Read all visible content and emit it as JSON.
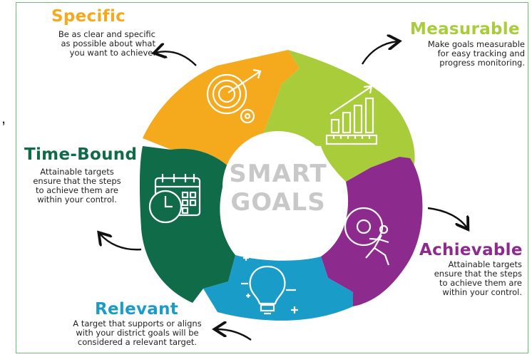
{
  "center": {
    "line1": "SMART",
    "line2": "GOALS"
  },
  "stray_mark": ",",
  "colors": {
    "specific": "#f5a91d",
    "measurable": "#a8cc3a",
    "achievable": "#8d2a8e",
    "relevant": "#1a9cc8",
    "time_bound": "#0f6b48",
    "center_text": "#c8c8c8"
  },
  "goals": [
    {
      "key": "specific",
      "title": "Specific",
      "icon": "target-bulb-gear-icon",
      "text": "Be as clear and specific\nas possible about what\nyou want to achieve."
    },
    {
      "key": "measurable",
      "title": "Measurable",
      "icon": "bar-chart-ruler-icon",
      "text": "Make goals measurable\nfor easy tracking and\nprogress monitoring."
    },
    {
      "key": "achievable",
      "title": "Achievable",
      "icon": "runner-gear-icon",
      "text": "Attainable targets\nensure that the steps\nto achieve them are\nwithin your control."
    },
    {
      "key": "relevant",
      "title": "Relevant",
      "icon": "puzzle-bulb-icon",
      "text": "A target that supports or aligns\nwith your district goals will be\nconsidered a relevant target."
    },
    {
      "key": "time_bound",
      "title": "Time-Bound",
      "icon": "calendar-clock-icon",
      "text": "Attainable targets\nensure that the steps\nto achieve them are\nwithin your control."
    }
  ]
}
